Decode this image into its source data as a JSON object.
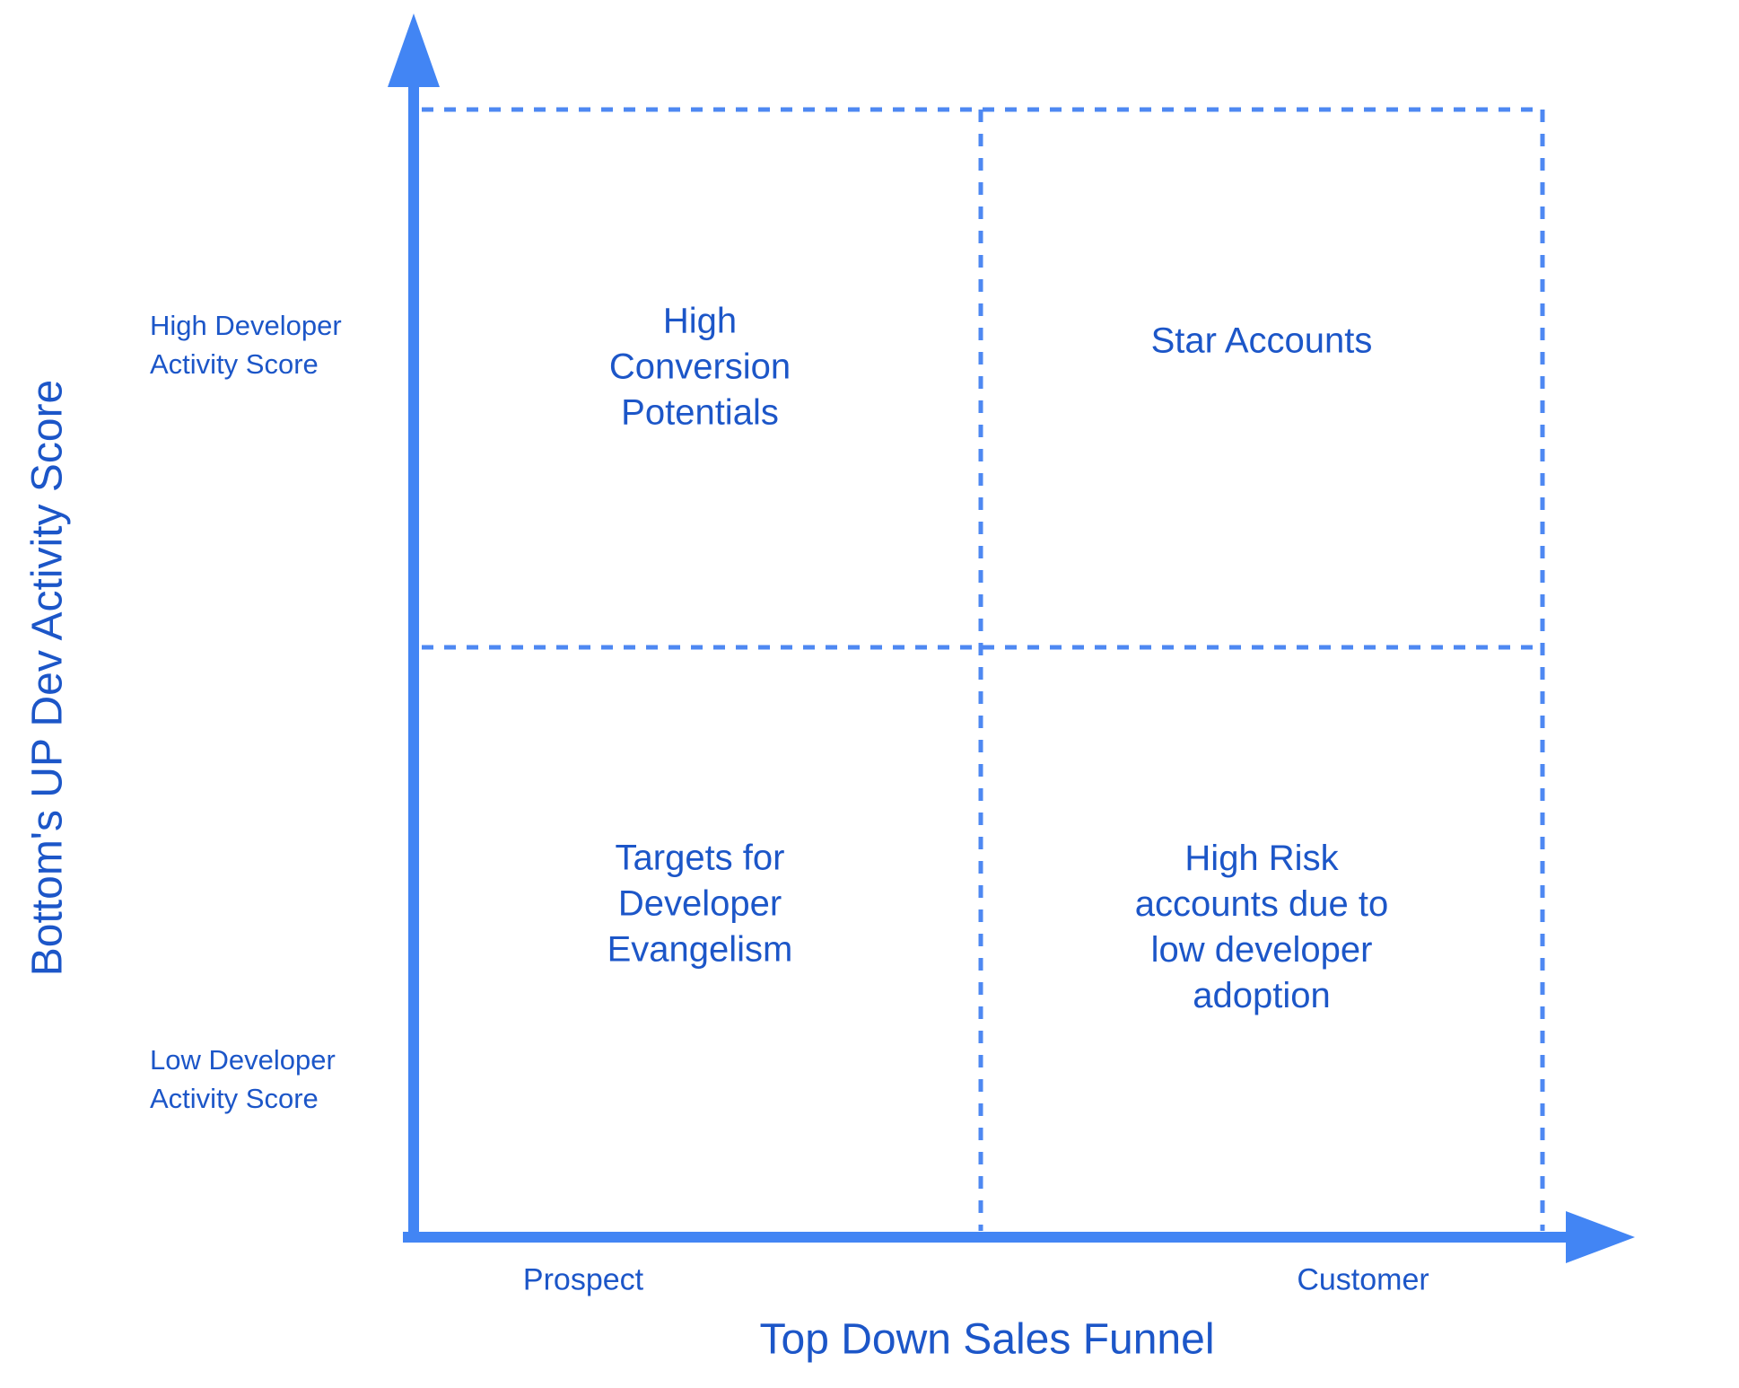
{
  "colors": {
    "line": "#4285f4",
    "dash": "#4e88f2",
    "text": "#1c56c8"
  },
  "y_axis": {
    "title": "Bottom's UP Dev Activity Score",
    "high_label": "High Developer\nActivity Score",
    "low_label": "Low Developer\nActivity Score"
  },
  "x_axis": {
    "title": "Top Down Sales Funnel",
    "left_label": "Prospect",
    "right_label": "Customer"
  },
  "quadrants": {
    "top_left": "High\nConversion\nPotentials",
    "top_right": "Star Accounts",
    "bottom_left": "Targets for\nDeveloper\nEvangelism",
    "bottom_right": "High Risk\naccounts due to\nlow developer\nadoption"
  }
}
